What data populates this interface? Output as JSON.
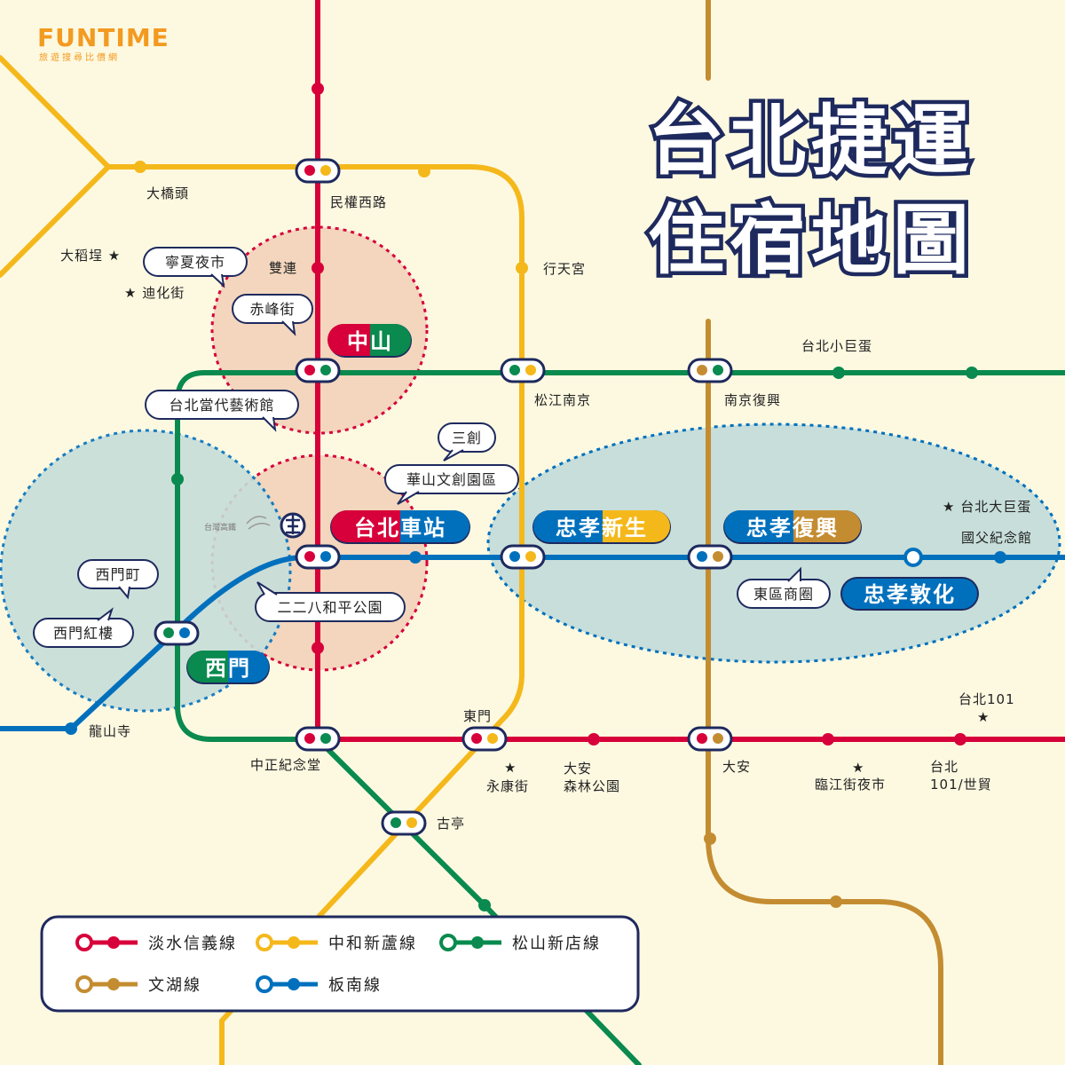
{
  "brand": {
    "logo": "FUNTIME",
    "tagline": "旅遊搜尋比價網",
    "color": "#f39a20"
  },
  "title": {
    "line1": "台北捷運",
    "line2": "住宿地圖"
  },
  "colors": {
    "tamsui_xinyi": "#d7003a",
    "zhonghe_xinlu": "#f5b81b",
    "songshan_xindian": "#0a8a4e",
    "wenhu": "#c48c31",
    "bannan": "#0070bd",
    "background": "#fdf9e1",
    "navy": "#1e2a5e"
  },
  "stations": {
    "minquan_w_rd": "民權西路",
    "daqiaotou": "大橋頭",
    "shuanglian": "雙連",
    "xingtian_temple": "行天宮",
    "songjiang_nanjing": "松江南京",
    "nanjing_fuxing": "南京復興",
    "longshan_temple": "龍山寺",
    "cks_memorial": "中正紀念堂",
    "dongmen": "東門",
    "daan_park": "大安\n森林公園",
    "daan": "大安",
    "taipei101": "台北\n101/世貿",
    "guting": "古亭",
    "sun_yatsen_memorial": "國父紀念館"
  },
  "landmarks": {
    "dadaocheng": "大稻埕",
    "dihua_st": "迪化街",
    "small_dome": "台北小巨蛋",
    "big_dome": "台北大巨蛋",
    "taipei101_top": "台北101",
    "yongkang_st": "永康街",
    "linjiang_night_market": "臨江街夜市",
    "hsr_logo": "台灣高鐵"
  },
  "badges": {
    "zhongshan": "中山",
    "taipei_main": "台北車站",
    "ximen": "西門",
    "zhongxiao_xinsheng": "忠孝新生",
    "zhongxiao_fuxing": "忠孝復興",
    "zhongxiao_dunhua": "忠孝敦化"
  },
  "bubbles": {
    "ningxia": "寧夏夜市",
    "chifeng": "赤峰街",
    "moca": "台北當代藝術館",
    "sanchuang": "三創",
    "huashan": "華山文創園區",
    "ximending": "西門町",
    "red_house": "西門紅樓",
    "peace_park": "二二八和平公園",
    "east_district": "東區商圈"
  },
  "legend": [
    {
      "label": "淡水信義線",
      "color": "#d7003a"
    },
    {
      "label": "中和新蘆線",
      "color": "#f5b81b"
    },
    {
      "label": "松山新店線",
      "color": "#0a8a4e"
    },
    {
      "label": "文湖線",
      "color": "#c48c31"
    },
    {
      "label": "板南線",
      "color": "#0070bd"
    }
  ]
}
